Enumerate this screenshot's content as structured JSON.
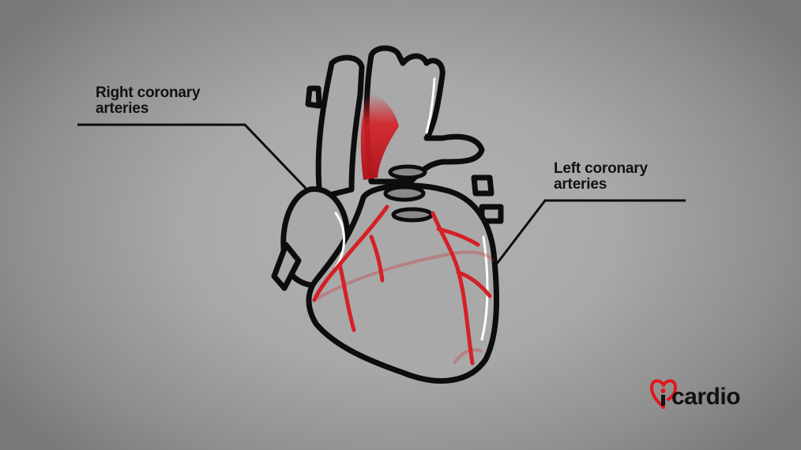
{
  "diagram": {
    "subject": "heart-anatomy",
    "labels": {
      "right": {
        "line1": "Right coronary",
        "line2": "arteries"
      },
      "left": {
        "line1": "Left coronary",
        "line2": "arteries"
      }
    },
    "colors": {
      "artery": "#d42027",
      "outline": "#0d0d0d",
      "heart_fill": "#a9a9a9",
      "highlight": "#ffffff",
      "background_center": "#b3b3b3",
      "background_edge": "#7a7a7a"
    }
  },
  "logo": {
    "text": "cardio",
    "icon": "heart-i-icon",
    "accent": "#e3161b"
  }
}
